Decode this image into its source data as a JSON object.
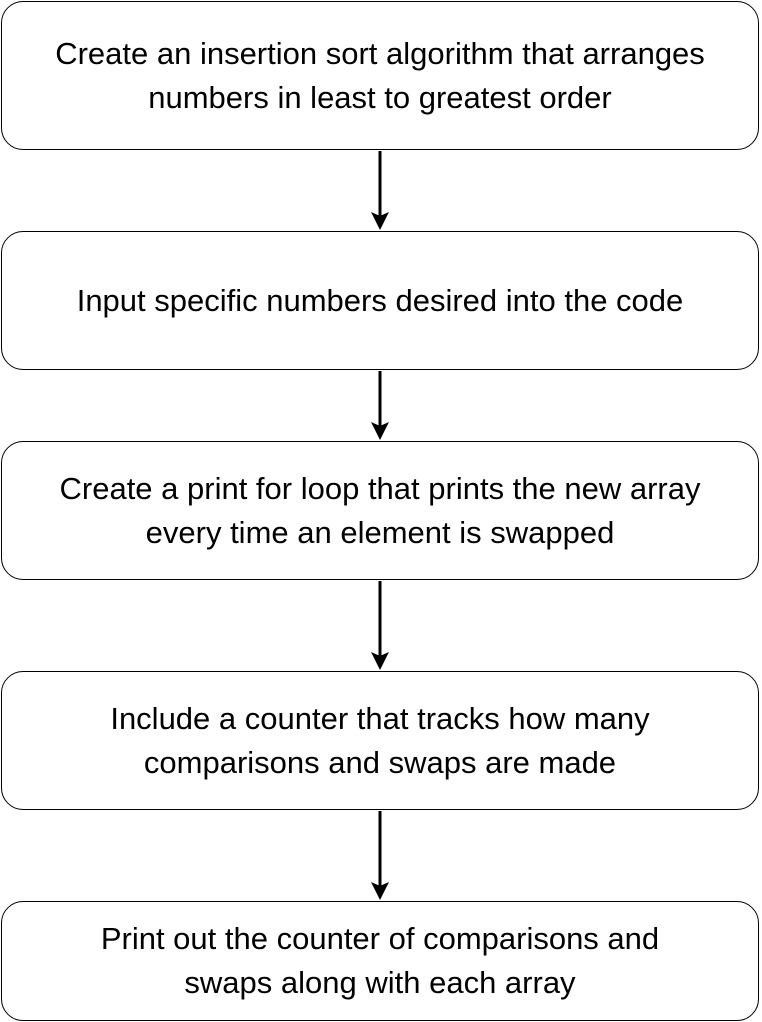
{
  "flowchart": {
    "steps": [
      {
        "text": "Create an insertion sort algorithm that arranges\nnumbers in least to greatest order"
      },
      {
        "text": "Input specific numbers desired into the code"
      },
      {
        "text": "Create a print  for loop that prints the new array\nevery time an element is swapped"
      },
      {
        "text": "Include a counter that tracks how many\ncomparisons and swaps are made"
      },
      {
        "text": "Print out the counter of comparisons and\nswaps along with each array"
      }
    ]
  },
  "colors": {
    "stroke": "#000000",
    "fill": "#ffffff"
  }
}
